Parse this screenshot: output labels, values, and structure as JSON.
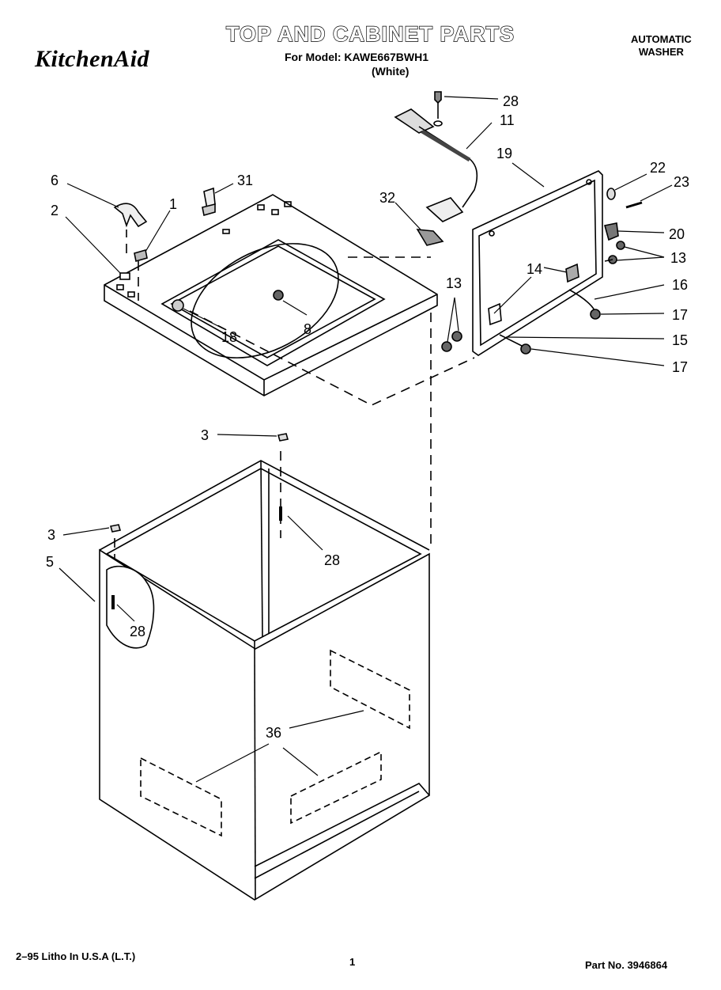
{
  "header": {
    "brand": "KitchenAid",
    "title": "TOP AND CABINET PARTS",
    "model_line": "For Model: KAWE667BWH1",
    "variant": "(White)",
    "product_type": [
      "AUTOMATIC",
      "WASHER"
    ]
  },
  "diagram": {
    "callouts": [
      "28",
      "11",
      "19",
      "22",
      "23",
      "6",
      "31",
      "1",
      "2",
      "32",
      "20",
      "13",
      "14",
      "16",
      "8",
      "18",
      "13",
      "17",
      "15",
      "17",
      "3",
      "28",
      "3",
      "5",
      "28",
      "36"
    ]
  },
  "footer": {
    "print_info": "2–95 Litho In U.S.A (L.T.)",
    "page_number": "1",
    "part_number": "Part No. 3946864"
  }
}
